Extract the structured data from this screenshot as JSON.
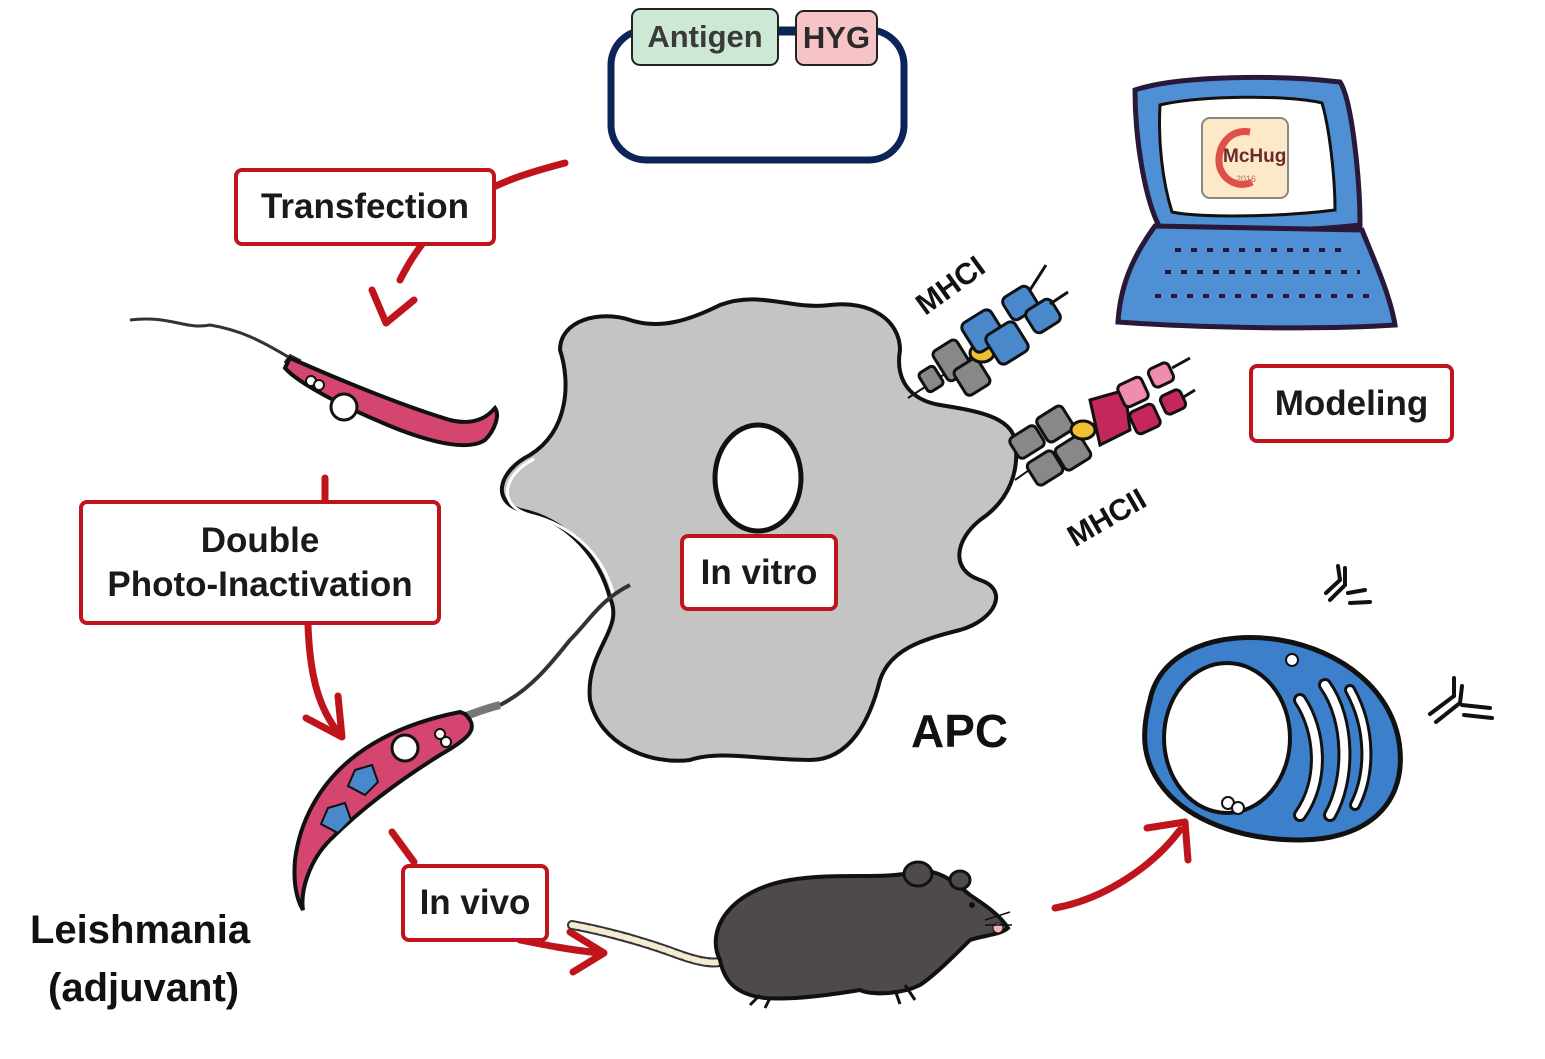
{
  "plasmid": {
    "antigen_label": "Antigen",
    "hyg_label": "HYG",
    "antigen_color": "#cde8d4",
    "hyg_color": "#f6c4c6",
    "outline_color": "#0d2458"
  },
  "steps": {
    "transfection": "Transfection",
    "double_line1": "Double",
    "double_line2": "Photo-Inactivation",
    "in_vitro": "In vitro",
    "in_vivo": "In vivo",
    "modeling": "Modeling"
  },
  "labels": {
    "apc": "APC",
    "leishmania_line1": "Leishmania",
    "leishmania_line2": "(adjuvant)",
    "mhc1": "MHCI",
    "mhc2": "MHCII"
  },
  "logo": {
    "text": "McHug",
    "year": "2016"
  },
  "colors": {
    "arrow": "#c0141c",
    "parasite": "#d4466f",
    "cell": "#c4c4c4",
    "mhc1": "#4a88cc",
    "mhc2": "#c4285a",
    "laptop": "#4f8fd3",
    "plasma_cell": "#3c7fcb",
    "mouse": "#4f4a4a"
  }
}
